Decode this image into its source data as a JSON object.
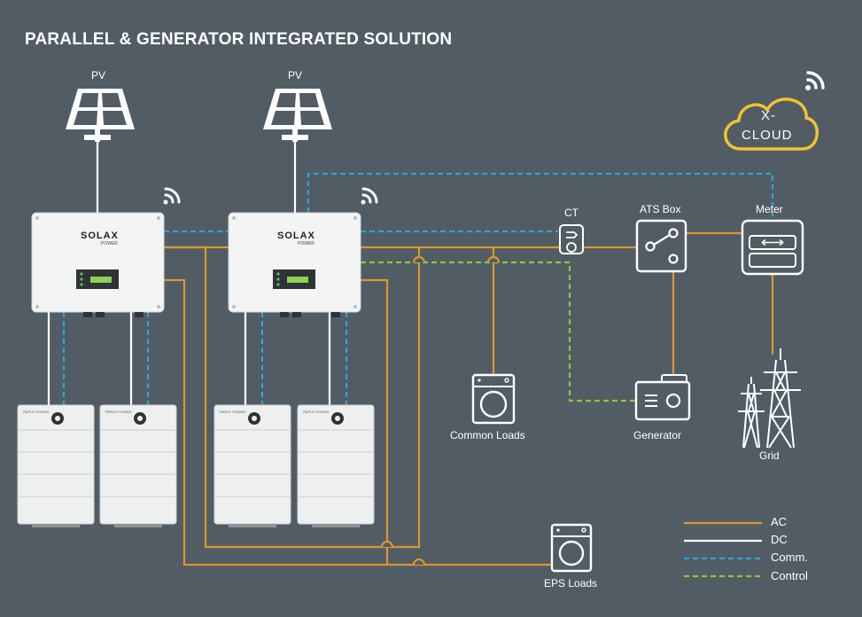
{
  "title": "PARALLEL & GENERATOR INTEGRATED SOLUTION",
  "colors": {
    "background": "#525c65",
    "ac": "#d9982f",
    "dc": "#ffffff",
    "comm": "#2aa5d8",
    "control": "#8cc63f",
    "cloud": "#f2c230"
  },
  "pv_labels": [
    "PV",
    "PV"
  ],
  "inverter_brand": "SOLAX",
  "inverter_brand_sub": "POWER",
  "battery_brand": "TRIPLE POWER",
  "cloud": {
    "line1": "X-",
    "line2": "CLOUD"
  },
  "components": {
    "ct": "CT",
    "ats": "ATS Box",
    "meter": "Meter",
    "common_loads": "Common Loads",
    "generator": "Generator",
    "grid": "Grid",
    "eps_loads": "EPS Loads"
  },
  "legend": [
    {
      "label": "AC",
      "style": "solid",
      "color": "#d9982f"
    },
    {
      "label": "DC",
      "style": "solid",
      "color": "#ffffff"
    },
    {
      "label": "Comm.",
      "style": "dashed",
      "color": "#2aa5d8"
    },
    {
      "label": "Control",
      "style": "dashed",
      "color": "#8cc63f"
    }
  ]
}
